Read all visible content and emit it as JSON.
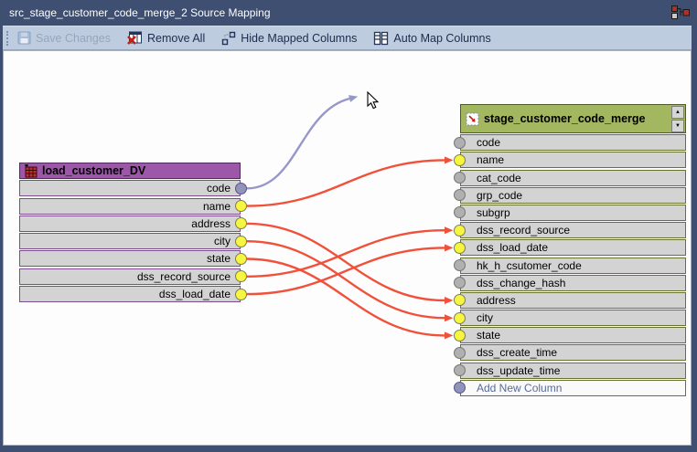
{
  "window": {
    "title": "src_stage_customer_code_merge_2 Source Mapping"
  },
  "toolbar": {
    "items": [
      {
        "id": "save",
        "label": "Save Changes",
        "icon": "floppy-icon",
        "disabled": true
      },
      {
        "id": "remove-all",
        "label": "Remove All",
        "icon": "table-remove-icon",
        "disabled": false
      },
      {
        "id": "hide-mapped",
        "label": "Hide Mapped Columns",
        "icon": "linked-nodes-icon",
        "disabled": false
      },
      {
        "id": "auto-map",
        "label": "Auto Map Columns",
        "icon": "table-map-icon",
        "disabled": false
      }
    ]
  },
  "source_table": {
    "title": "load_customer_DV",
    "icon": "load-table-icon",
    "columns": [
      {
        "name": "code",
        "port": "dragging"
      },
      {
        "name": "name",
        "port": "mapped"
      },
      {
        "name": "address",
        "port": "mapped"
      },
      {
        "name": "city",
        "port": "mapped"
      },
      {
        "name": "state",
        "port": "mapped"
      },
      {
        "name": "dss_record_source",
        "port": "mapped"
      },
      {
        "name": "dss_load_date",
        "port": "mapped"
      }
    ]
  },
  "target_table": {
    "title": "stage_customer_code_merge",
    "icon": "stage-table-icon",
    "columns": [
      {
        "name": "code",
        "port": "unmapped"
      },
      {
        "name": "name",
        "port": "mapped"
      },
      {
        "name": "cat_code",
        "port": "unmapped"
      },
      {
        "name": "grp_code",
        "port": "unmapped"
      },
      {
        "name": "subgrp",
        "port": "unmapped"
      },
      {
        "name": "dss_record_source",
        "port": "mapped"
      },
      {
        "name": "dss_load_date",
        "port": "mapped"
      },
      {
        "name": "hk_h_csutomer_code",
        "port": "unmapped"
      },
      {
        "name": "dss_change_hash",
        "port": "unmapped"
      },
      {
        "name": "address",
        "port": "mapped"
      },
      {
        "name": "city",
        "port": "mapped"
      },
      {
        "name": "state",
        "port": "mapped"
      },
      {
        "name": "dss_create_time",
        "port": "unmapped"
      },
      {
        "name": "dss_update_time",
        "port": "unmapped"
      },
      {
        "name": "Add New Column",
        "port": "add"
      }
    ]
  },
  "mappings": [
    {
      "from": "name",
      "to": "name"
    },
    {
      "from": "address",
      "to": "address"
    },
    {
      "from": "city",
      "to": "city"
    },
    {
      "from": "state",
      "to": "state"
    },
    {
      "from": "dss_record_source",
      "to": "dss_record_source"
    },
    {
      "from": "dss_load_date",
      "to": "dss_load_date"
    }
  ],
  "drag_line": {
    "from": "code",
    "status": "in-progress"
  },
  "colors": {
    "titlebar_bg": "#3e4f72",
    "toolbar_bg": "#bdccdf",
    "toolbar_text": "#1d2c4d",
    "disabled_text": "#97a6bd",
    "canvas_bg": "#fdfdfd",
    "source_header_bg": "#9c57a8",
    "source_border": "#7b4d8f",
    "target_header_bg": "#a2b75f",
    "target_border": "#66722f",
    "row_bg": "#d3d3d3",
    "mapped_port": "#f6f640",
    "unmapped_port": "#b0b0b0",
    "drag_port": "#9193bd",
    "mapping_line": "#f1503a",
    "drag_line_color": "#9597cb",
    "add_new_text": "#5a6b96"
  }
}
